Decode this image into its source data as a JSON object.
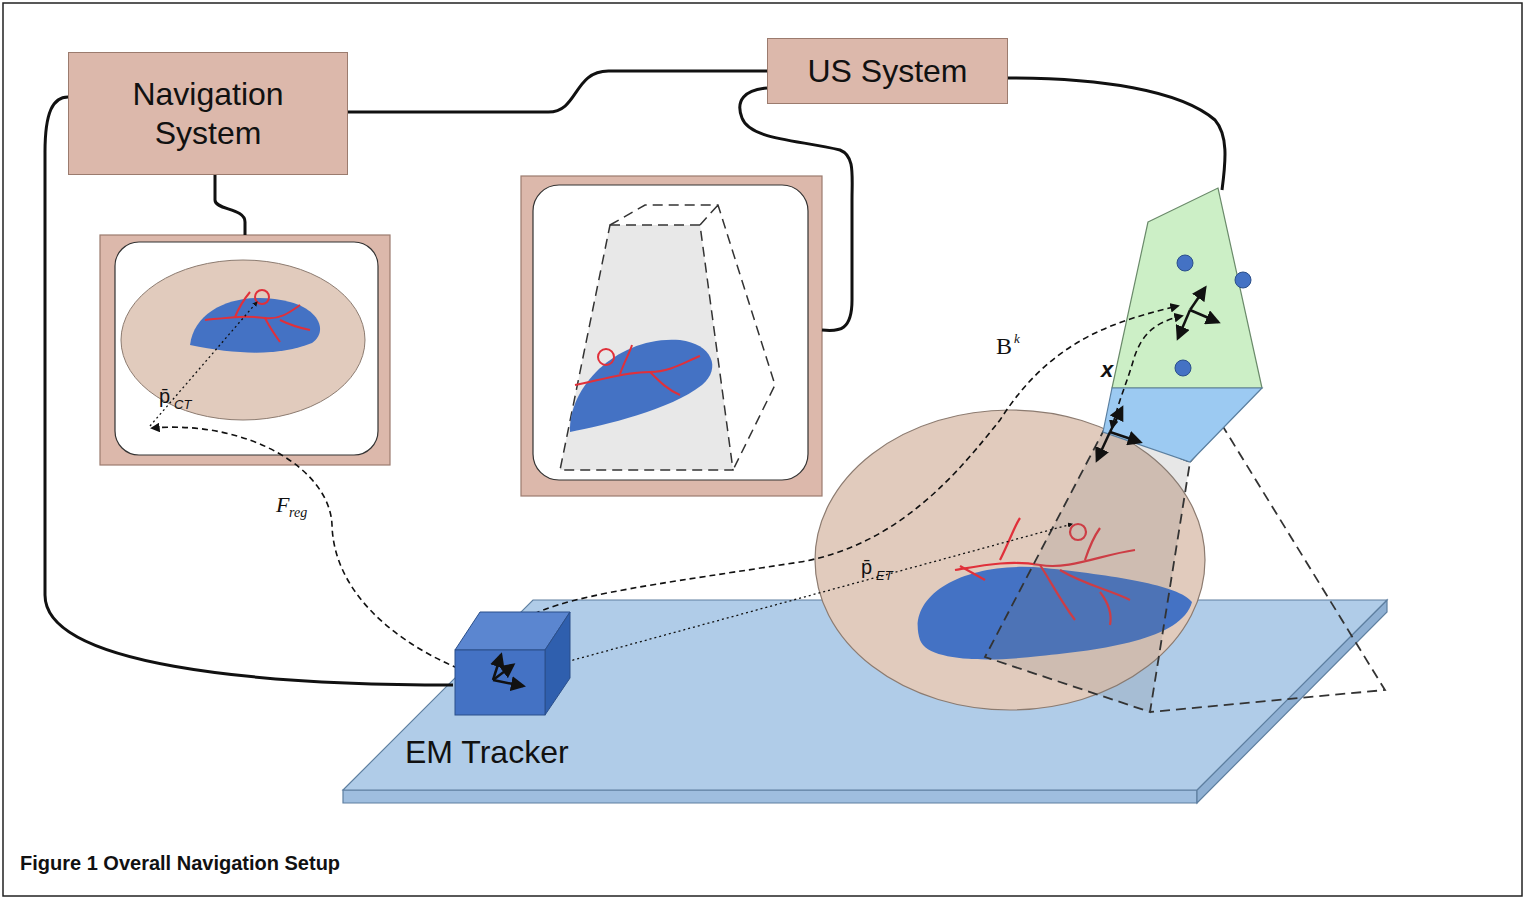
{
  "diagram": {
    "caption": "Figure 1 Overall Navigation Setup",
    "nodes": [
      {
        "text": [
          "Navigation System"
        ]
      },
      {
        "text": [
          "US System"
        ]
      },
      {
        "text": [
          "EM Tracker"
        ]
      }
    ],
    "edges": [
      {
        "from": 0,
        "to": 1,
        "arrow": "none"
      },
      {
        "from": 0,
        "to": 2,
        "arrow": "none"
      }
    ],
    "labels": [
      "p̄",
      "CT",
      "F",
      "reg",
      "B",
      "k",
      "x",
      "p̄",
      "ET"
    ]
  }
}
